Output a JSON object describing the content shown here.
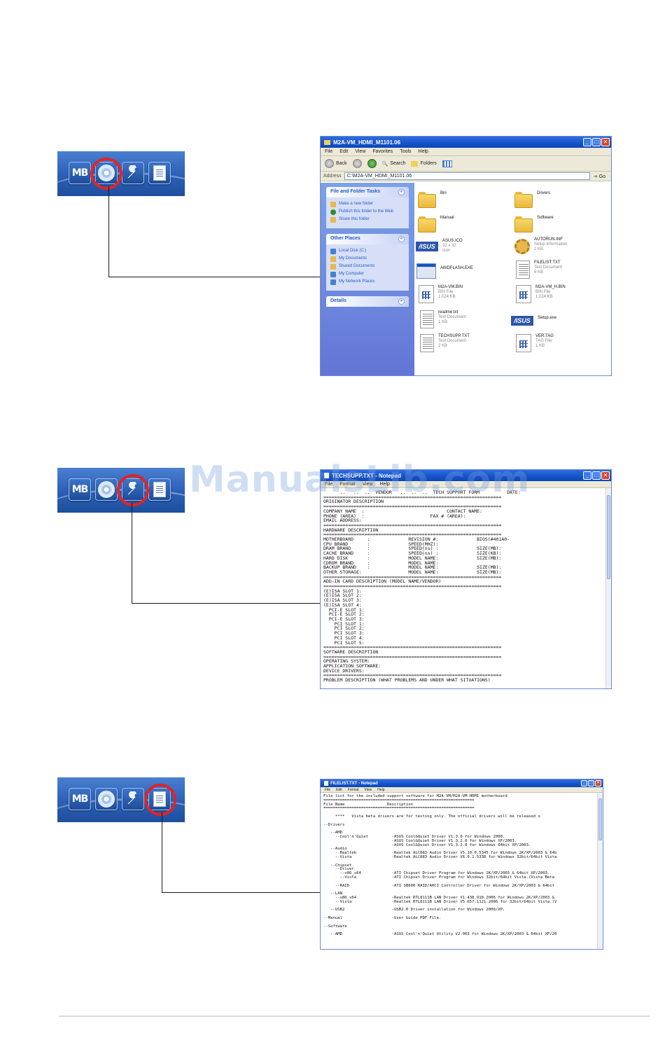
{
  "watermark": "ManualsLib.com",
  "iconbar": {
    "mb_label": "MB"
  },
  "explorer": {
    "title": "M2A-VM_HDMI_M1101.06",
    "menu": [
      "File",
      "Edit",
      "View",
      "Favorites",
      "Tools",
      "Help"
    ],
    "toolbar": {
      "back": "Back",
      "search": "Search",
      "folders": "Folders"
    },
    "address_label": "Address",
    "address_value": "C:\\M2A-VM_HDMI_M1101.06",
    "go": "Go",
    "panels": [
      {
        "title": "File and Folder Tasks",
        "items": [
          "Make a new folder",
          "Publish this folder to the Web",
          "Share this folder"
        ]
      },
      {
        "title": "Other Places",
        "items": [
          "Local Disk (C:)",
          "My Documents",
          "Shared Documents",
          "My Computer",
          "My Network Places"
        ]
      },
      {
        "title": "Details",
        "items": []
      }
    ],
    "files": [
      {
        "name": "Bin",
        "sub1": "",
        "sub2": ""
      },
      {
        "name": "Drivers",
        "sub1": "",
        "sub2": ""
      },
      {
        "name": "Manual",
        "sub1": "",
        "sub2": ""
      },
      {
        "name": "Software",
        "sub1": "",
        "sub2": ""
      },
      {
        "name": "ASUS.ICO",
        "sub1": "32 x 32",
        "sub2": "Icon"
      },
      {
        "name": "AUTORUN.INF",
        "sub1": "Setup Information",
        "sub2": "1 KB"
      },
      {
        "name": "AWDFLASH.EXE",
        "sub1": "",
        "sub2": ""
      },
      {
        "name": "FILELIST.TXT",
        "sub1": "Text Document",
        "sub2": "6 KB"
      },
      {
        "name": "M2A-VM.BIN",
        "sub1": "BIN File",
        "sub2": "1,024 KB"
      },
      {
        "name": "M2A-VM_H.BIN",
        "sub1": "BIN File",
        "sub2": "1,024 KB"
      },
      {
        "name": "readme.txt",
        "sub1": "Text Document",
        "sub2": "1 KB"
      },
      {
        "name": "Setup.exe",
        "sub1": "",
        "sub2": ""
      },
      {
        "name": "TECHSUPP.TXT",
        "sub1": "Text Document",
        "sub2": "2 KB"
      },
      {
        "name": "VER.TAG",
        "sub1": "TAG File",
        "sub2": "1 KB"
      }
    ]
  },
  "techsupp": {
    "title": "TECHSUPP.TXT - Notepad",
    "menu": [
      "File",
      "Format",
      "View",
      "Help"
    ],
    "text": "      ..   ..  ..  VENDOR   ..  ..  ..  TECH SUPPORT FORM          DATE:\n=================================================================\nORIGINATOR DESCRIPTION\n=================================================================\nCOMPANY NAME  :                              CONTACT NAME:\nPHONE (AREA)  :                        FAX # (AREA):\nEMAIL ADDRESS:\n=================================================================\nHARDWARE DESCRIPTION\n=================================================================\nMOTHERBOARD     :              REVISION #:              BIOS(#401A0-\nCPU BRAND       :              SPEED(MHZ):\nDRAM BRAND      :              SPEED(ns) :              SIZE(MB):\nCACHE BRAND     :              SPEED(ns) :              SIZE(KB):\nHARD DISK       :              MODEL NAME:              SIZE(MB):\nCDROM BRAND     :              MODEL NAME:\nBACKUP BRAND    :              MODEL NAME:              SIZE(MB):\nOTHER STORAGE:                 MODEL NAME:              SIZE(MB):\n=================================================================\nADD-IN CARD DESCRIPTION (MODEL NAME/VENDOR)\n=================================================================\n(E)ISA SLOT 1:\n(E)ISA SLOT 2:\n(E)ISA SLOT 3:\n(E)ISA SLOT 4:\n  PCI-E SLOT 1:\n  PCI-E SLOT 2:\n  PCI-E SLOT 3:\n    PCI SLOT 1:\n    PCI SLOT 2:\n    PCI SLOT 3:\n    PCI SLOT 4:\n    PCI SLOT 5:\n=================================================================\nSOFTWARE DESCRIPTION\n=================================================================\nOPERATING SYSTEM:\nAPPLICATION SOFTWARE:\nDEVICE DRIVERS:\n=================================================================\nPROBLEM DESCRIPTION (WHAT PROBLEMS AND UNDER WHAT SITUATIONS)"
  },
  "filelist": {
    "title": "FILELIST.TXT - Notepad",
    "menu": [
      "File",
      "Edit",
      "Format",
      "View",
      "Help"
    ],
    "text": "File list for the included support software for M2A-VM/M2A-VM HDMI motherboard\n================================================================\nFile Name                  Description\n================================================================\n\n     ****   Vista beta drivers are for testing only. The official drivers will be released o\n\n--Drivers\n\n   --AMD\n     --Cool'n'Quiet          -ASUS Cool&Quiet Driver V1.3.0 for Windows 2000.\n                             -ASUS Cool&Quiet Driver V1.3.2.0 for Windows XP/2003.\n                             -ASUS Cool&Quiet Driver V1.3.2.0 for Windows 64bit XP/2003.\n   --Audio\n     --Realtek               -Realtek ALC883 Audio Driver V5.10.0.5345 for Windows 2K/XP/2003 & 64b\n     --Vista                 -Realtek ALC883 Audio Driver V6.0.1.5338 for Windows 32bit/64bit Vista\n\n   --Chipset\n     --Driver\n       --x86_x64             -ATI Chipset Driver Program for Windows 2K/XP/2003 & 64bit XP/2003.\n       --Vista               -ATI Chipset Driver Program for Windows 32bit/64bit Vista.(Vista Beta\n\n     --RAID                  -ATI SB600 RAID/AHCI Controller Driver for Windows 2K/XP/2003 & 64bit\n\n   --LAN\n     --x86_x64               -Realtek RTL8111B LAN Driver V1.438.918.2006 for Windows 2K/XP/2003 &\n     --Vista                 -Realtek RTL8111B LAN Driver V5.657.1121.2006 for 32bit/64bit Vista.(V\n\n   --USB2                    -USB2.0 Driver installation for Windows 2000/XP.\n\n--Manual                     -User Guide PDF File.\n\n--Software\n\n   --AMD                     -ASUS Cool'n'Quiet Utility V2.003 for Windows 2K/XP/2003 & 64bit XP/20"
  }
}
